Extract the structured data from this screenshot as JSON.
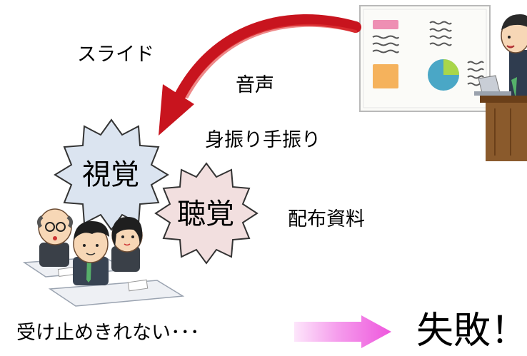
{
  "labels": {
    "slide": "スライド",
    "voice": "音声",
    "gesture": "身振り手振り",
    "handout": "配布資料"
  },
  "senses": {
    "visual": "視覚",
    "auditory": "聴覚"
  },
  "conclusion": {
    "cannot_absorb": "受け止めきれない･･･",
    "failure": "失敗！"
  },
  "colors": {
    "arrow_red": "#c8141e",
    "visual_fill": "#dbe4f0",
    "auditory_fill": "#f2dfdf",
    "star_stroke": "#333333",
    "pink_arrow": "#f06ae0",
    "board_fill": "#fbfbf8",
    "podium_fill": "#8a5a2c"
  },
  "icons": {
    "arrow": "curved-arrow-icon",
    "presenter": "presenter-illustration",
    "audience": "audience-illustration",
    "gradient_arrow": "gradient-arrow-icon"
  }
}
